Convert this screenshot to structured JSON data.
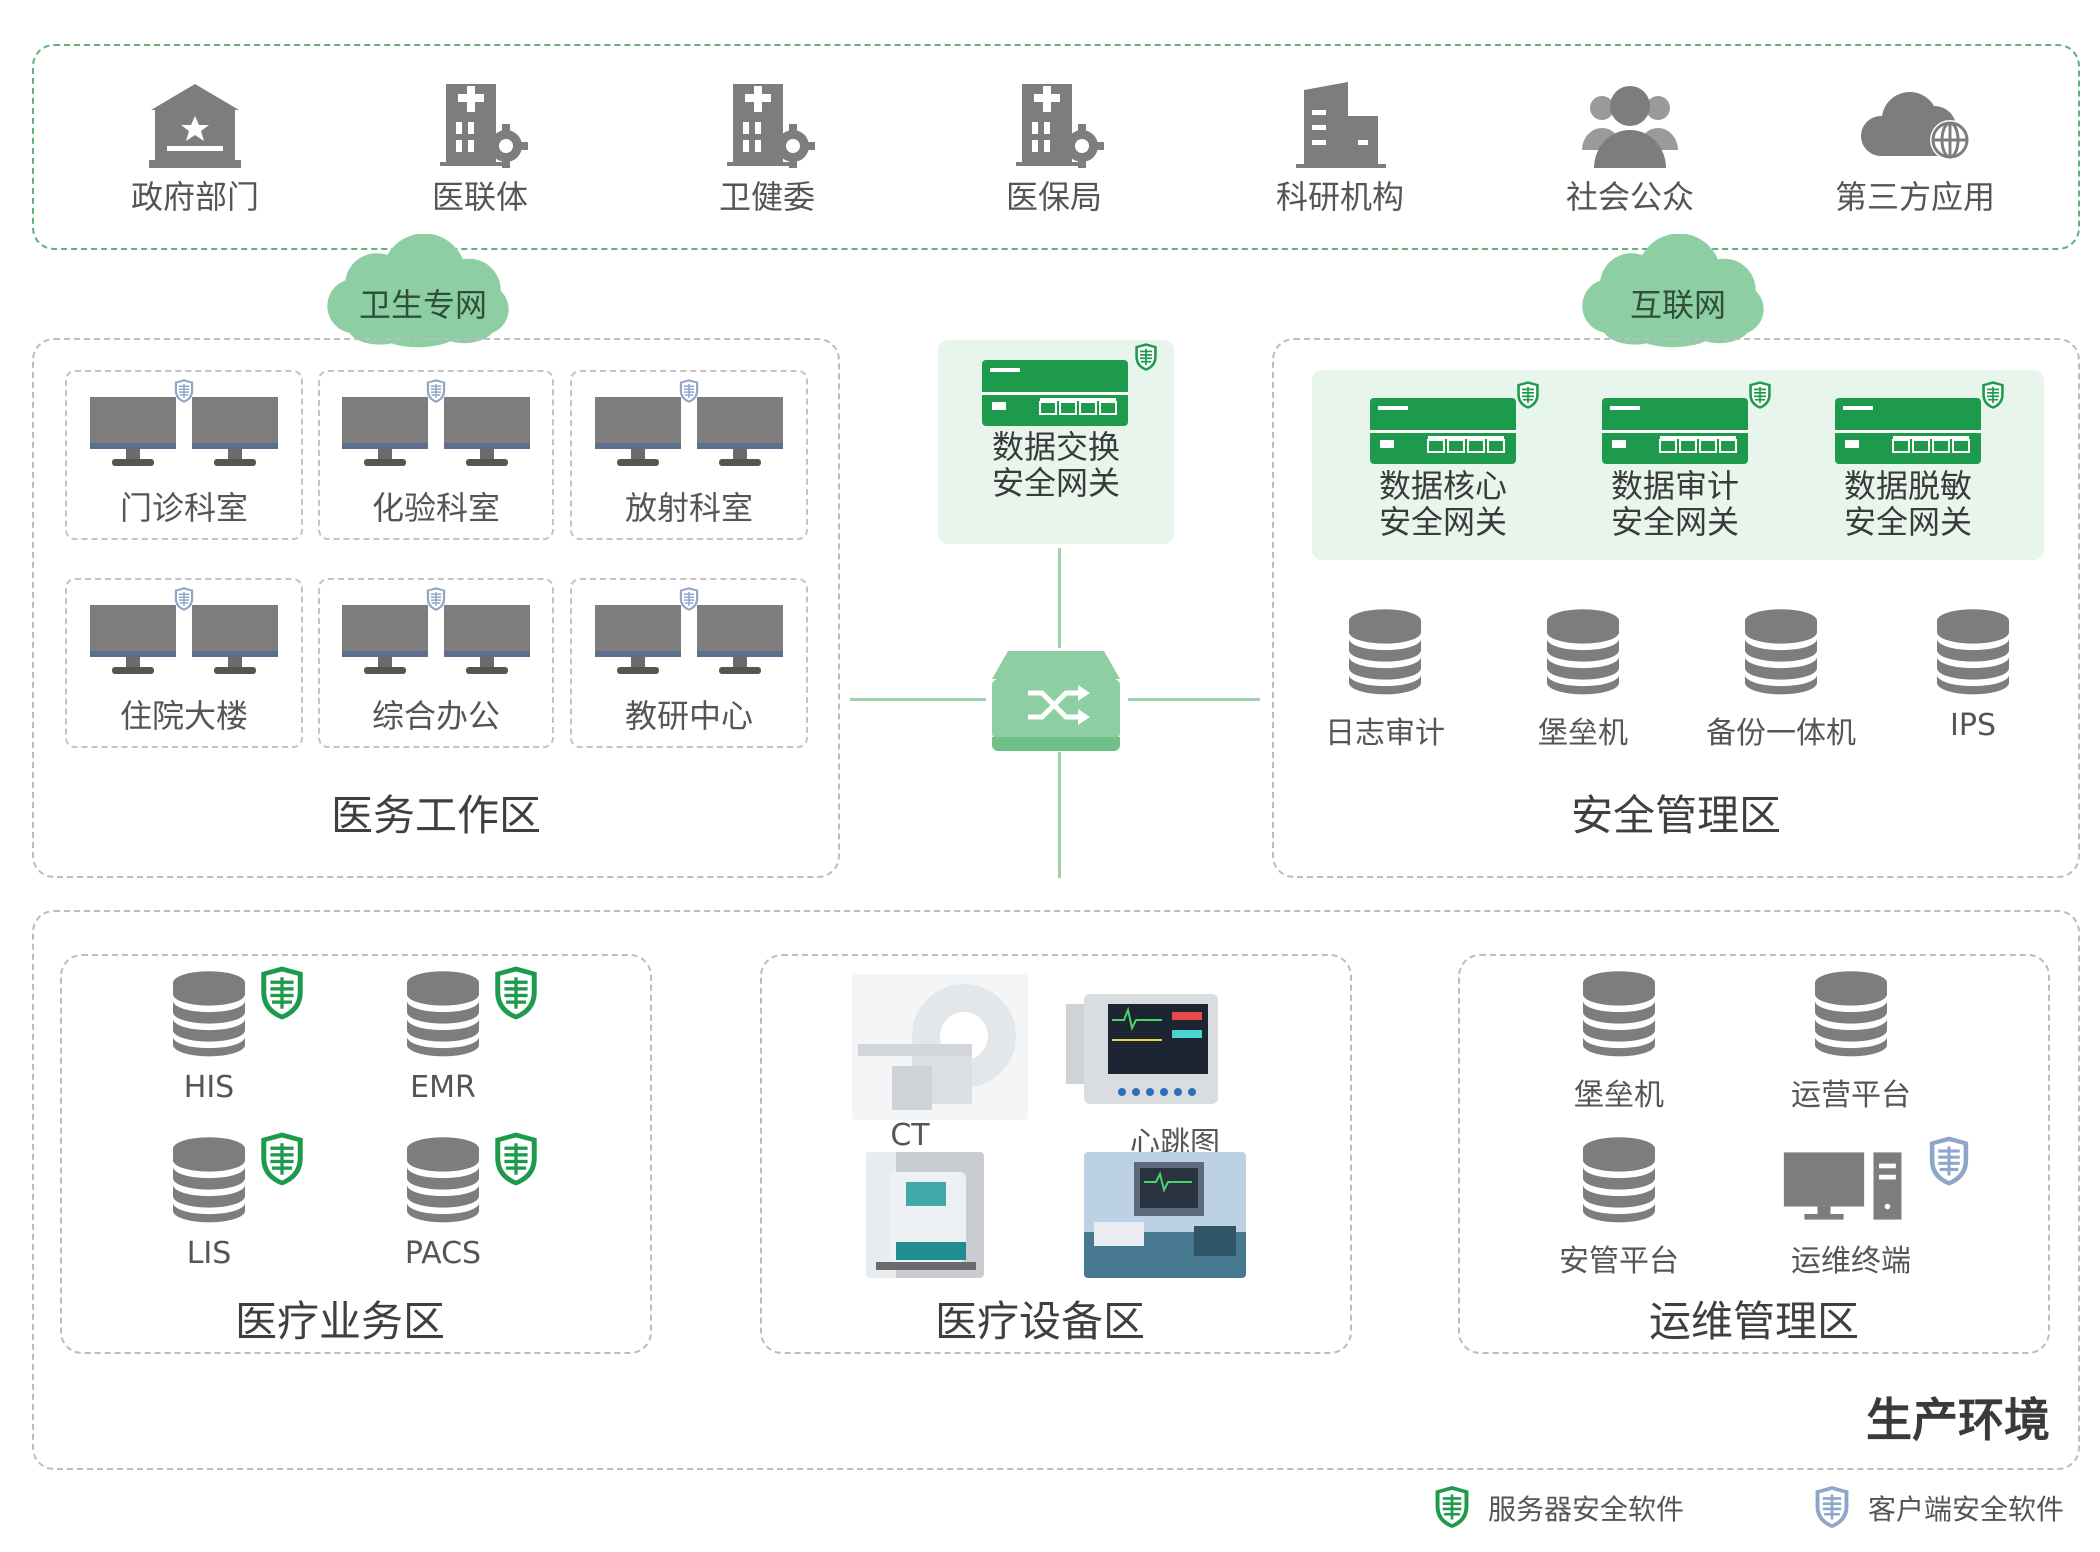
{
  "colors": {
    "accent_green": "#1e9a4c",
    "light_green": "#8dcfa2",
    "panel_green": "#e7f5ec",
    "icon_grey": "#7d7d7d",
    "client_shield_blue": "#8fa6c9"
  },
  "entities": [
    {
      "label": "政府部门",
      "icon": "government-icon"
    },
    {
      "label": "医联体",
      "icon": "hospital-gear-icon"
    },
    {
      "label": "卫健委",
      "icon": "hospital-gear-icon"
    },
    {
      "label": "医保局",
      "icon": "hospital-gear-icon"
    },
    {
      "label": "科研机构",
      "icon": "office-building-icon"
    },
    {
      "label": "社会公众",
      "icon": "people-icon"
    },
    {
      "label": "第三方应用",
      "icon": "cloud-globe-icon"
    }
  ],
  "clouds": {
    "health_net": "卫生专网",
    "internet": "互联网"
  },
  "medical_work_zone": {
    "title": "医务工作区",
    "rooms": [
      "门诊科室",
      "化验科室",
      "放射科室",
      "住院大楼",
      "综合办公",
      "教研中心"
    ]
  },
  "exchange_gateway": {
    "line1": "数据交换",
    "line2": "安全网关"
  },
  "security_zone": {
    "title": "安全管理区",
    "gateways": [
      {
        "line1": "数据核心",
        "line2": "安全网关"
      },
      {
        "line1": "数据审计",
        "line2": "安全网关"
      },
      {
        "line1": "数据脱敏",
        "line2": "安全网关"
      }
    ],
    "servers": [
      "日志审计",
      "堡垒机",
      "备份一体机",
      "IPS"
    ]
  },
  "production": {
    "title": "生产环境",
    "business_zone": {
      "title": "医疗业务区",
      "systems": [
        "HIS",
        "EMR",
        "LIS",
        "PACS"
      ]
    },
    "device_zone": {
      "title": "医疗设备区",
      "devices": [
        "CT",
        "心跳图"
      ]
    },
    "ops_zone": {
      "title": "运维管理区",
      "items": [
        "堡垒机",
        "运营平台",
        "安管平台",
        "运维终端"
      ]
    }
  },
  "legend": {
    "server_software": "服务器安全软件",
    "client_software": "客户端安全软件"
  }
}
